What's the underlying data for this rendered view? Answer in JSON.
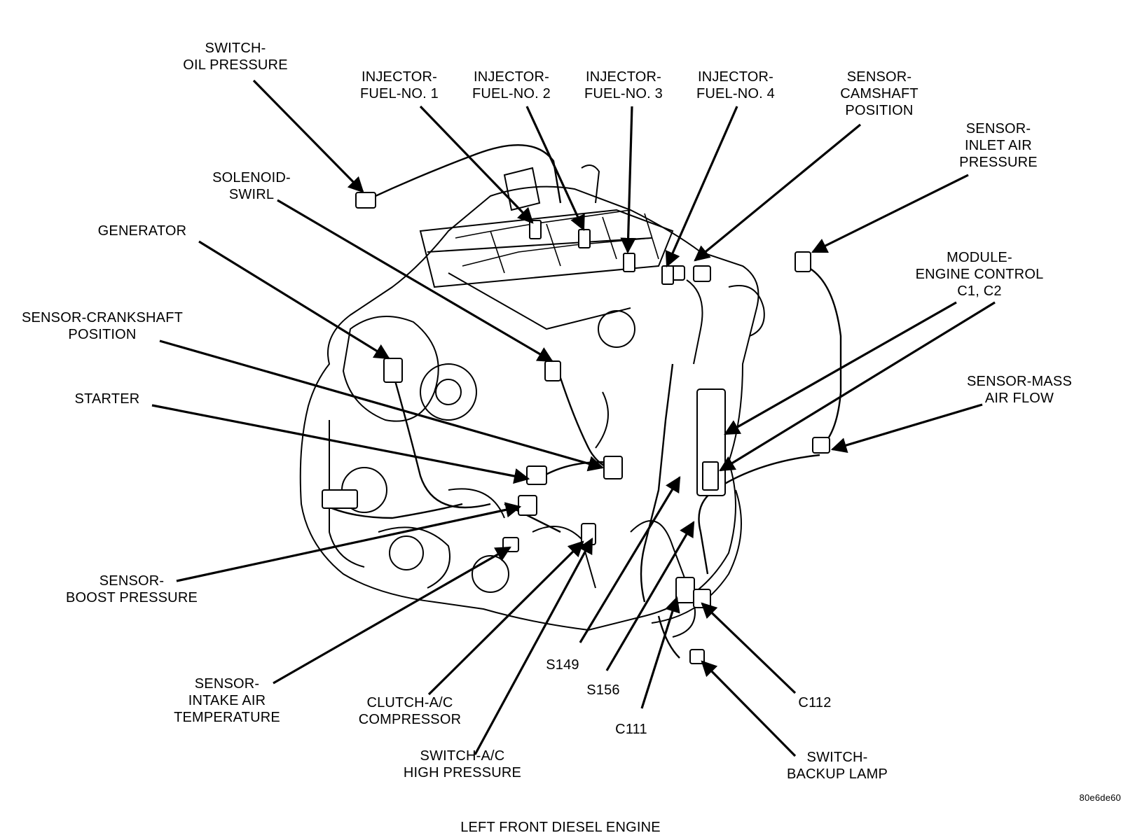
{
  "caption": "LEFT FRONT DIESEL ENGINE",
  "figure_code": "80e6de60",
  "labels": {
    "switch_oil_pressure": [
      "SWITCH-",
      "OIL PRESSURE"
    ],
    "injector_1": [
      "INJECTOR-",
      "FUEL-NO. 1"
    ],
    "injector_2": [
      "INJECTOR-",
      "FUEL-NO. 2"
    ],
    "injector_3": [
      "INJECTOR-",
      "FUEL-NO. 3"
    ],
    "injector_4": [
      "INJECTOR-",
      "FUEL-NO. 4"
    ],
    "sensor_camshaft": [
      "SENSOR-",
      "CAMSHAFT",
      "POSITION"
    ],
    "sensor_inlet_air": [
      "SENSOR-",
      "INLET AIR",
      "PRESSURE"
    ],
    "solenoid_swirl": [
      "SOLENOID-",
      "SWIRL"
    ],
    "generator": [
      "GENERATOR"
    ],
    "module_ecm": [
      "MODULE-",
      "ENGINE CONTROL",
      "C1,   C2"
    ],
    "sensor_crankshaft": [
      "SENSOR-CRANKSHAFT",
      "POSITION"
    ],
    "sensor_maf": [
      "SENSOR-MASS",
      "AIR FLOW"
    ],
    "starter": [
      "STARTER"
    ],
    "sensor_boost": [
      "SENSOR-",
      "BOOST PRESSURE"
    ],
    "sensor_iat": [
      "SENSOR-",
      "INTAKE AIR",
      "TEMPERATURE"
    ],
    "clutch_ac": [
      "CLUTCH-A/C",
      "COMPRESSOR"
    ],
    "switch_ac_high": [
      "SWITCH-A/C",
      "HIGH PRESSURE"
    ],
    "s149": [
      "S149"
    ],
    "s156": [
      "S156"
    ],
    "c111": [
      "C111"
    ],
    "c112": [
      "C112"
    ],
    "switch_backup": [
      "SWITCH-",
      "BACKUP LAMP"
    ]
  }
}
